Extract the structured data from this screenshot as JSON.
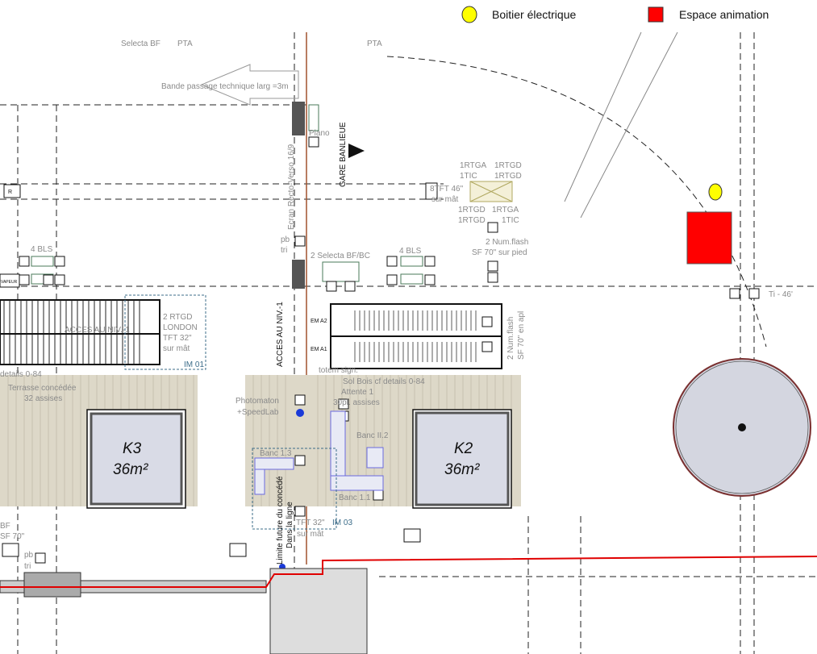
{
  "legend": {
    "items": [
      {
        "label": "Boitier électrique",
        "color": "#ffff00",
        "shape": "circle"
      },
      {
        "label": "Espace animation",
        "color": "#ff0000",
        "shape": "square"
      }
    ]
  },
  "labels": {
    "selecta_bf": "Selecta BF",
    "pta_left": "PTA",
    "pta_right": "PTA",
    "bande": "Bande passage technique larg =3m",
    "piano": "Piano",
    "gare_banlieue": "GARE BANLIEUE",
    "ecran": "Ecran Recto-Verso 16/9",
    "pb_tri_1a": "pb",
    "pb_tri_1b": "tri",
    "pb_tri_2a": "pb",
    "pb_tri_2b": "tri",
    "tft46_a": "8TFT 46\"",
    "tft46_b": "sur mât",
    "rtga_tic_1": "1RTGA",
    "rtga_tic_2": "1TIC",
    "rtgd_1": "1RTGD",
    "rtgd_2": "1RTGD",
    "rtgd_3": "1RTGD",
    "rtgd_4": "1RTGD",
    "rtga_3": "1RTGA",
    "tic_3": "1TIC",
    "numflash_1a": "2 Num.flash",
    "numflash_1b": "SF 70\" sur pied",
    "numflash_2a": "2 Num.flash",
    "numflash_2b": "SF 70\" en apl",
    "bls_left": "4 BLS",
    "bls_mid": "4 BLS",
    "selecta_bfbc": "2 Selecta BF/BC",
    "vapeur": "VAPEUR",
    "rtgd_london_1": "2 RTGD",
    "rtgd_london_2": "LONDON",
    "rtgd_london_3": "TFT 32\"",
    "rtgd_london_4": "sur mât",
    "im01": "IM 01",
    "acces_niv_stair": "ACCES AU NIV.-1",
    "acces_niv_vert": "ACCES AU NIV.-1",
    "em_a2": "EM A2",
    "em_a1": "EM A1",
    "ti46": "Ti - 46'",
    "totem": "totem sign.",
    "sol_bois": "Sol Bois cf details 0-84",
    "details_left": "details 0-84",
    "attente": "Attente 1",
    "assises_30": "30pl. assises",
    "terrasse": "Terrasse concédée",
    "assises_32": "32 assises",
    "photomaton_1": "Photomaton",
    "photomaton_2": "+SpeedLab",
    "banc_12": "Banc II.2",
    "banc_13": "Banc 1.3",
    "banc_11": "Banc 1.1",
    "k3_name": "K3",
    "k3_area": "36m²",
    "k2_name": "K2",
    "k2_area": "36m²",
    "tft32_im03": "TFT 32\"",
    "sur_mat_im03": "sur mât",
    "im03": "IM 03",
    "limite": "Limite future du concédé",
    "ligne": "Dans la ligne",
    "bf_left": "BF",
    "sf70_left": "SF 70\"",
    "r": "R"
  }
}
